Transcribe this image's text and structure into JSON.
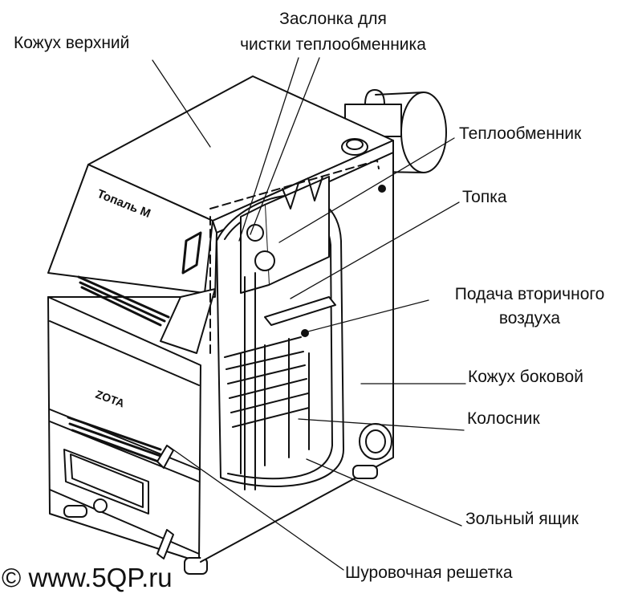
{
  "labels": {
    "top_casing": "Кожух верхний",
    "cleaning_damper_line1": "Заслонка для",
    "cleaning_damper_line2": "чистки теплообменника",
    "heat_exchanger": "Теплообменник",
    "firebox": "Топка",
    "secondary_air_line1": "Подача вторичного",
    "secondary_air_line2": "воздуха",
    "side_casing": "Кожух боковой",
    "grate": "Колосник",
    "ash_box": "Зольный ящик",
    "shaker_grate": "Шуровочная решетка"
  },
  "boiler_markings": {
    "model": "Топаль М",
    "brand": "ZOTA"
  },
  "credit": "© www.5QP.ru"
}
